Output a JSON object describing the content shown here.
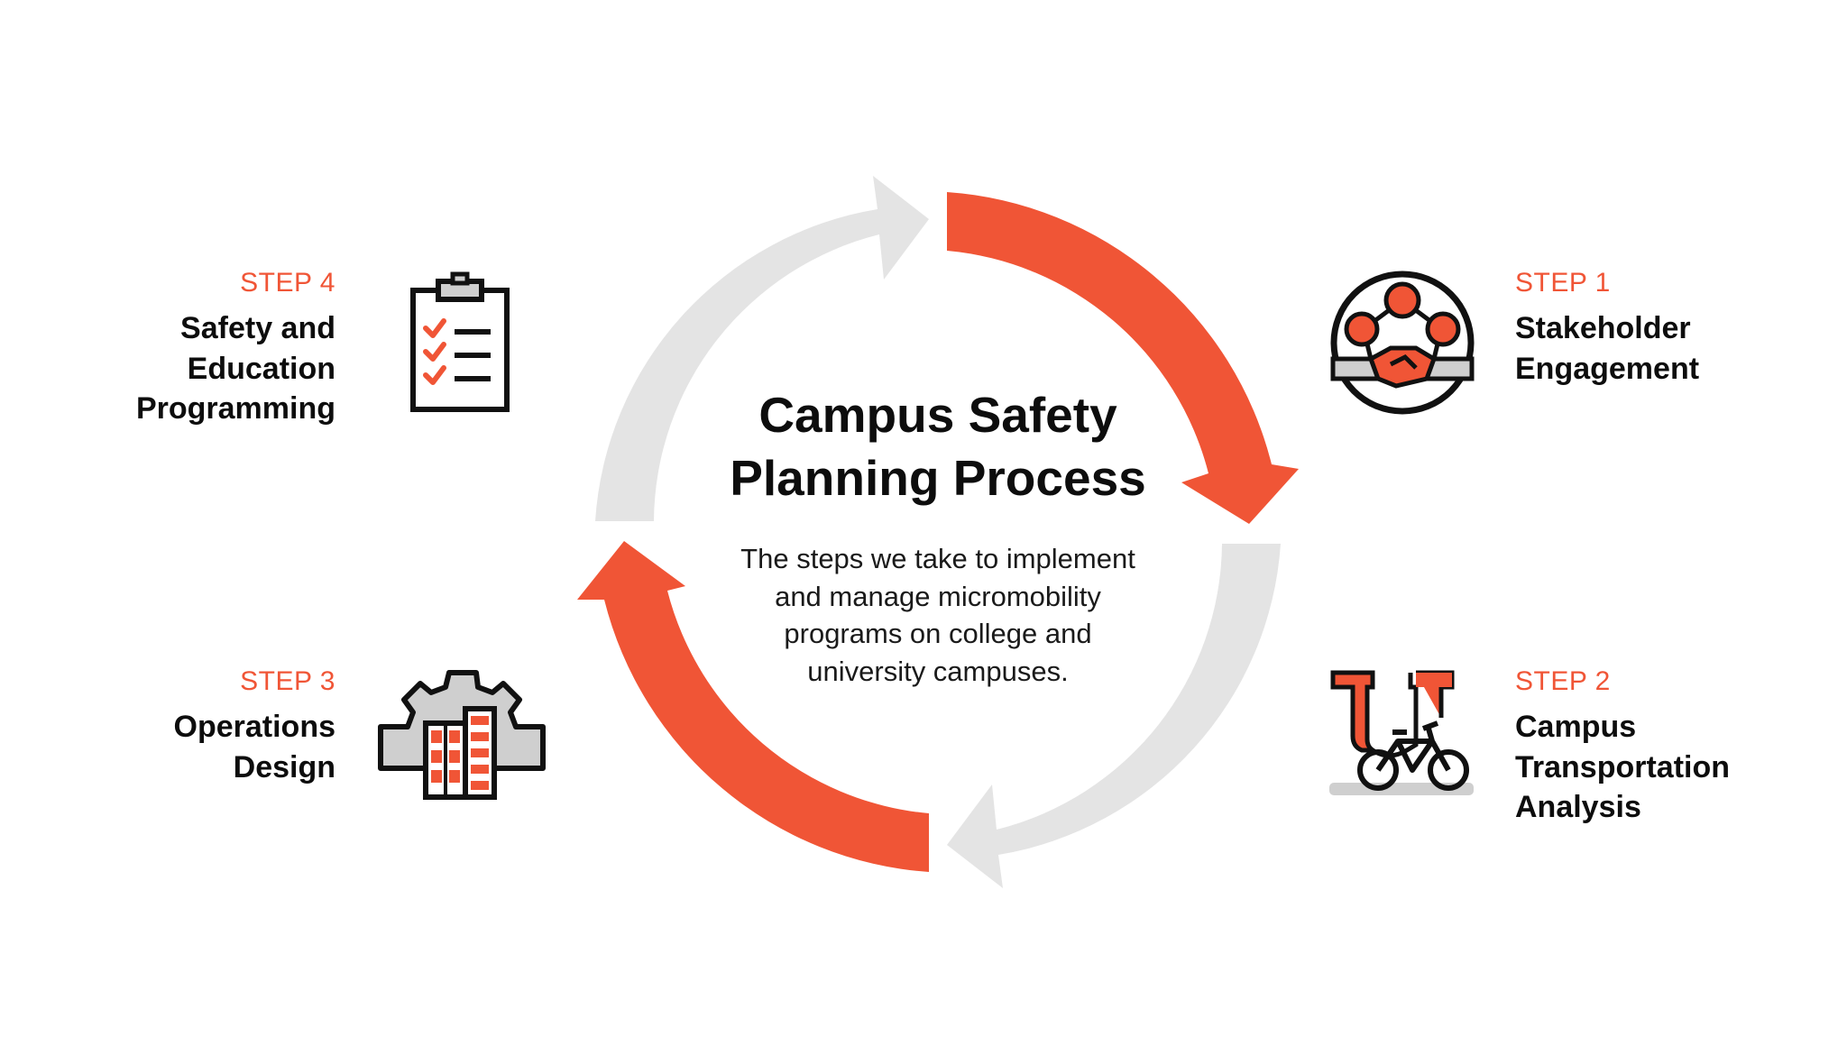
{
  "title_lines": [
    "Campus Safety",
    "Planning Process"
  ],
  "description_lines": [
    "The steps we take to implement",
    "and manage micromobility",
    "programs on college and",
    "university campuses."
  ],
  "colors": {
    "accent": "#f05536",
    "arrow_gray": "#e4e4e4",
    "icon_gray": "#cfcfcf",
    "text": "#0d0d0d"
  },
  "steps": [
    {
      "label": "STEP 1",
      "name_lines": [
        "Stakeholder",
        "Engagement"
      ],
      "icon": "handshake-network-icon"
    },
    {
      "label": "STEP 2",
      "name_lines": [
        "Campus",
        "Transportation",
        "Analysis"
      ],
      "icon": "university-bicycle-icon"
    },
    {
      "label": "STEP 3",
      "name_lines": [
        "Operations",
        "Design"
      ],
      "icon": "gear-building-icon"
    },
    {
      "label": "STEP 4",
      "name_lines": [
        "Safety and",
        "Education",
        "Programming"
      ],
      "icon": "clipboard-checklist-icon"
    }
  ]
}
